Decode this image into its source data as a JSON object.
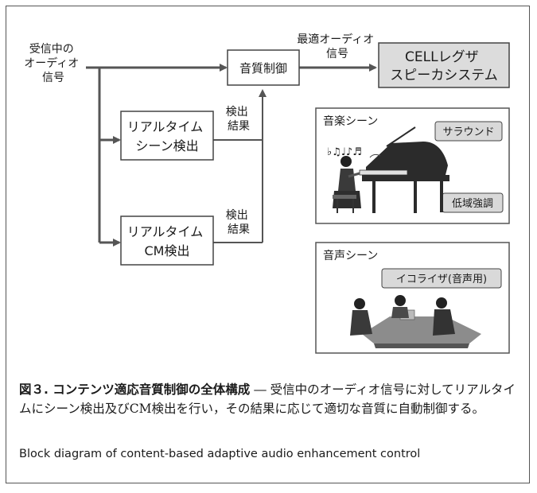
{
  "diagram": {
    "input_label": [
      "受信中の",
      "オーディオ",
      "信号"
    ],
    "quality_control": "音質制御",
    "optimal_audio": [
      "最適オーディオ",
      "信号"
    ],
    "speaker_system": [
      "CELLレグザ",
      "スピーカシステム"
    ],
    "scene_detect": [
      "リアルタイム",
      "シーン検出"
    ],
    "cm_detect": [
      "リアルタイム",
      "CM検出"
    ],
    "result_label_1": [
      "検出",
      "結果"
    ],
    "result_label_2": [
      "検出",
      "結果"
    ],
    "music_scene": {
      "title": "音楽シーン",
      "tag_surround": "サラウンド",
      "tag_bass": "低域強調",
      "notes": "♭♫♩♪♬"
    },
    "voice_scene": {
      "title": "音声シーン",
      "tag_eq": "イコライザ(音声用)"
    }
  },
  "caption": {
    "figure_label": "図３. コンテンツ適応音質制御の全体構成",
    "dash": " ― ",
    "text_ja": "受信中のオーディオ信号に対してリアルタイムにシーン検出及びCM検出を行い，その結果に応じて適切な音質に自動制御する。",
    "text_en": "Block diagram of content-based adaptive audio enhancement control"
  }
}
